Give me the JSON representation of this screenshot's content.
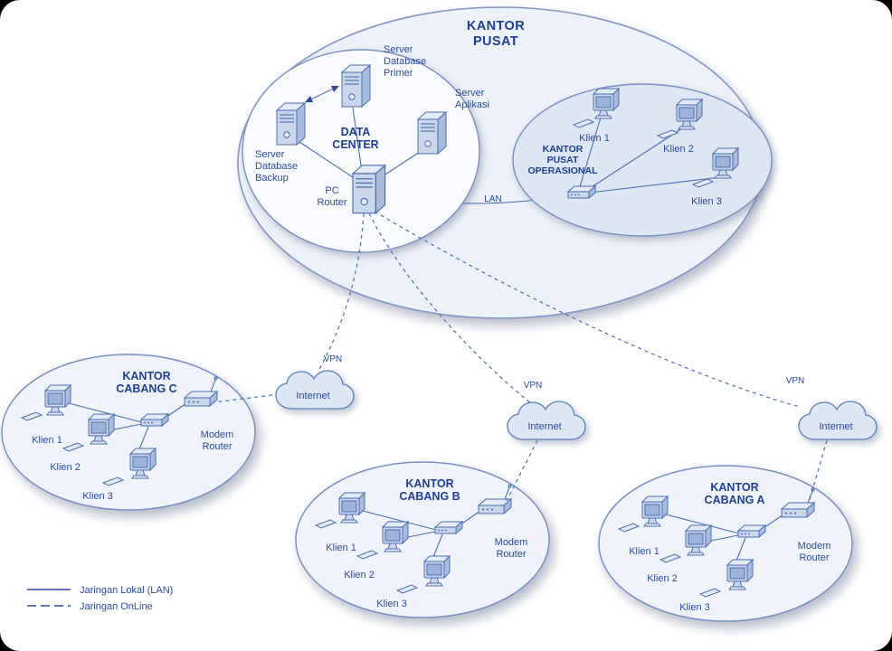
{
  "colors": {
    "accent_text": "#2b4a9c",
    "title_text": "#1d3e94",
    "line": "#4a6fb0",
    "ellipse_fill": "#edf1f8",
    "operational_fill": "#dde6f3",
    "cloud_fill": "#dde6f3",
    "canvas_bg": "#ffffff"
  },
  "head_office": {
    "title_lines": [
      "KANTOR",
      "PUSAT"
    ],
    "data_center": {
      "label_lines": [
        "DATA",
        "CENTER"
      ],
      "server_primer_lines": [
        "Server",
        "Database",
        "Primer"
      ],
      "server_backup_lines": [
        "Server",
        "Database",
        "Backup"
      ],
      "server_app_lines": [
        "Server",
        "Aplikasi"
      ],
      "pc_router_lines": [
        "PC",
        "Router"
      ]
    },
    "operational": {
      "title_lines": [
        "KANTOR",
        "PUSAT",
        "OPERASIONAL"
      ],
      "clients": [
        "Klien 1",
        "Klien 2",
        "Klien 3"
      ]
    },
    "lan_label": "LAN"
  },
  "branches": [
    {
      "title_lines": [
        "KANTOR",
        "CABANG C"
      ],
      "clients": [
        "Klien 1",
        "Klien 2",
        "Klien 3"
      ],
      "modem_lines": [
        "Modem",
        "Router"
      ],
      "vpn_label": "VPN",
      "internet_label": "Internet"
    },
    {
      "title_lines": [
        "KANTOR",
        "CABANG B"
      ],
      "clients": [
        "Klien 1",
        "Klien 2",
        "Klien 3"
      ],
      "modem_lines": [
        "Modem",
        "Router"
      ],
      "vpn_label": "VPN",
      "internet_label": "Internet"
    },
    {
      "title_lines": [
        "KANTOR",
        "CABANG A"
      ],
      "clients": [
        "Klien 1",
        "Klien 2",
        "Klien 3"
      ],
      "modem_lines": [
        "Modem",
        "Router"
      ],
      "vpn_label": "VPN",
      "internet_label": "Internet"
    }
  ],
  "legend": {
    "lan": "Jaringan Lokal (LAN)",
    "online": "Jaringan OnLine"
  }
}
